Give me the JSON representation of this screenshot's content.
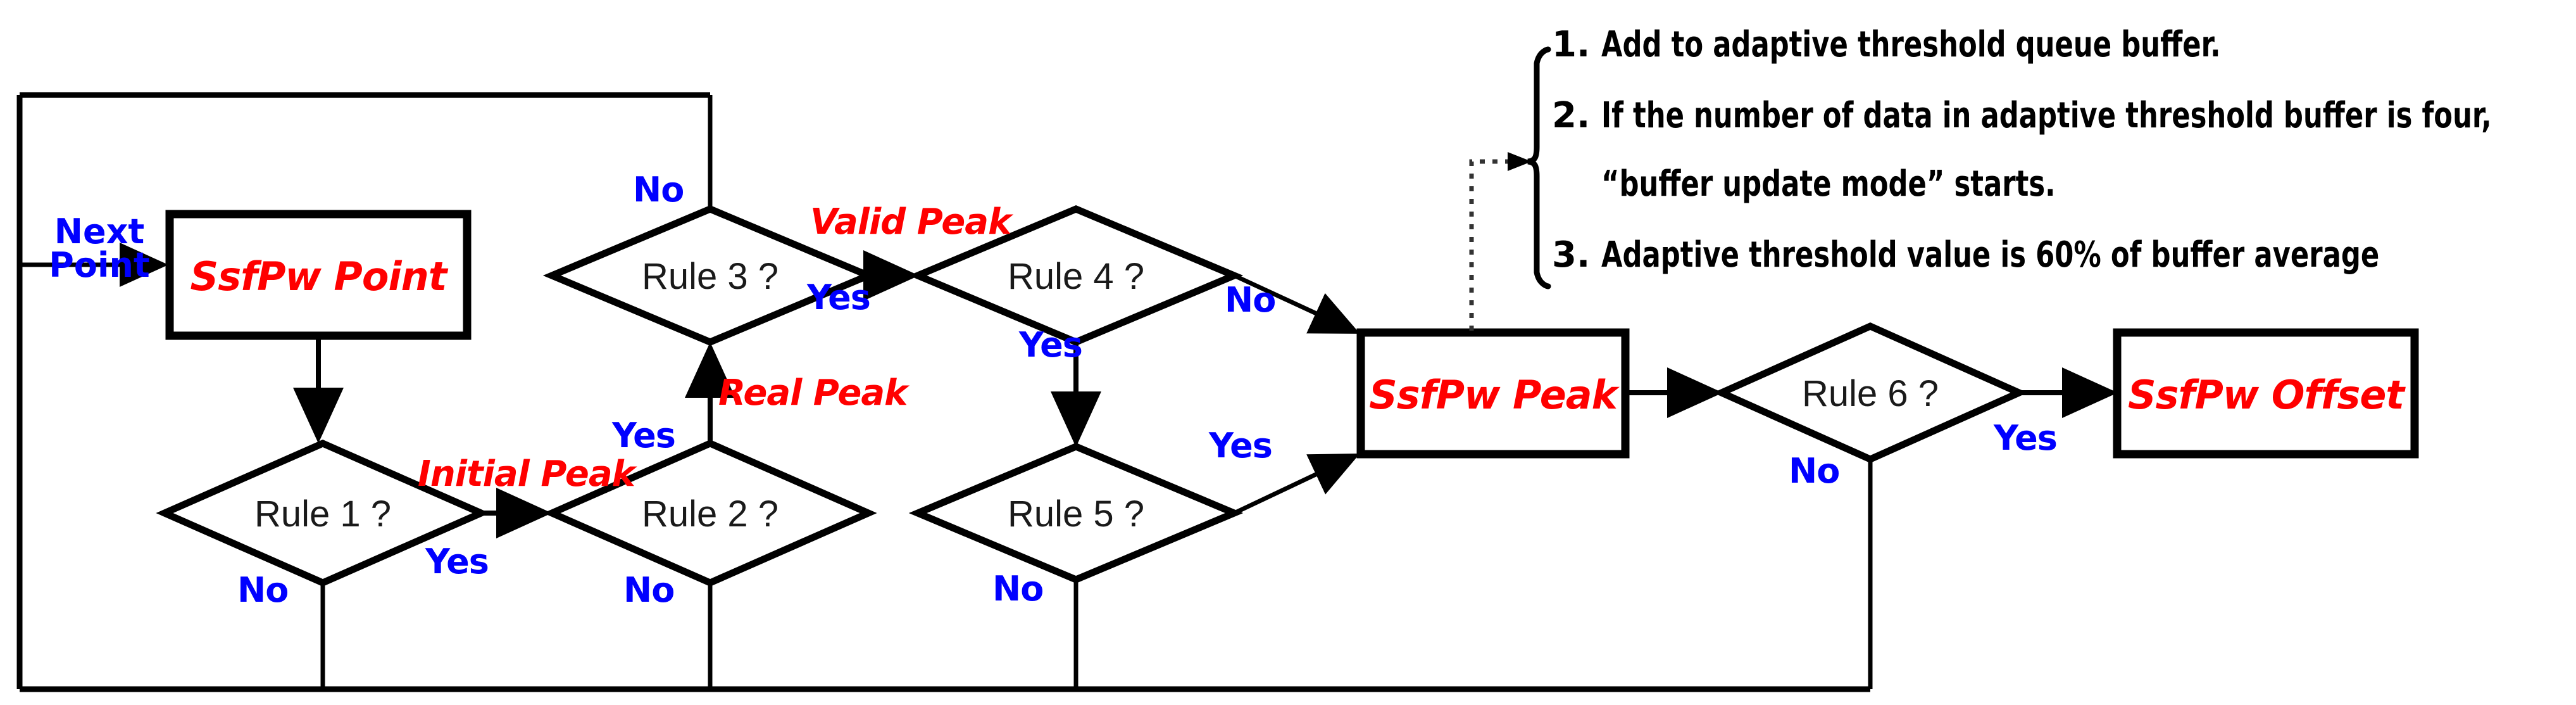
{
  "diagram": {
    "title_text_present": false,
    "colors": {
      "edge_label": "#0000FF",
      "process_label": "#FF0000",
      "decision_label": "#1A1A1A",
      "line": "#000000",
      "background": "#FFFFFF"
    },
    "processes": [
      {
        "id": "ssfpw-point",
        "label": "SsfPw Point"
      },
      {
        "id": "ssfpw-peak",
        "label": "SsfPw Peak"
      },
      {
        "id": "ssfpw-offset",
        "label": "SsfPw Offset"
      }
    ],
    "decisions": [
      {
        "id": "rule1",
        "label": "Rule 1 ?"
      },
      {
        "id": "rule2",
        "label": "Rule 2 ?"
      },
      {
        "id": "rule3",
        "label": "Rule 3 ?"
      },
      {
        "id": "rule4",
        "label": "Rule 4 ?"
      },
      {
        "id": "rule5",
        "label": "Rule 5 ?"
      },
      {
        "id": "rule6",
        "label": "Rule 6 ?"
      }
    ],
    "entry_label": {
      "line1": "Next",
      "line2": "Point"
    },
    "edge_labels": {
      "rule1_yes": "Yes",
      "rule1_no": "No",
      "rule2_yes": "Yes",
      "rule2_no": "No",
      "rule3_yes": "Yes",
      "rule3_no": "No",
      "rule4_yes": "Yes",
      "rule4_no": "No",
      "rule5_yes": "Yes",
      "rule5_no": "No",
      "rule6_yes": "Yes",
      "rule6_no": "No"
    },
    "annotations": {
      "initial_peak": "Initial Peak",
      "real_peak": "Real Peak",
      "valid_peak": "Valid Peak"
    },
    "notes": [
      {
        "num": "1.",
        "lines": [
          "Add to adaptive threshold queue buffer."
        ]
      },
      {
        "num": "2.",
        "lines": [
          "If the number of data in adaptive threshold buffer is four,",
          "“buffer update mode” starts."
        ]
      },
      {
        "num": "3.",
        "lines": [
          "Adaptive threshold value is 60% of buffer average"
        ]
      }
    ]
  }
}
